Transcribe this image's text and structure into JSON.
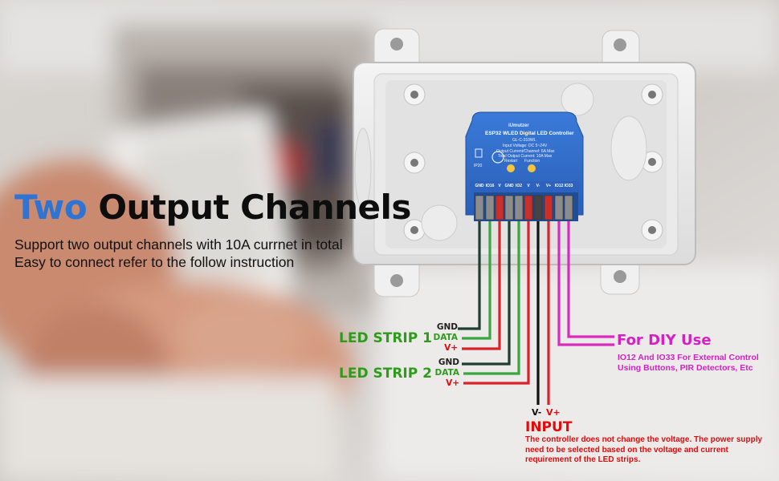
{
  "heading": {
    "word1": "Two",
    "word2": "Output Channels"
  },
  "subtext": [
    "Support two output channels with 10A currnet in total",
    "Easy to connect refer to the follow instruction"
  ],
  "strip1": {
    "label": "LED STRIP 1",
    "wires": [
      "GND",
      "DATA",
      "V+"
    ]
  },
  "strip2": {
    "label": "LED STRIP 2",
    "wires": [
      "GND",
      "DATA",
      "V+"
    ]
  },
  "diy": {
    "title": "For DIY Use",
    "description": "IO12 And IO33 For External Control Using Buttons, PIR Detectors, Etc"
  },
  "input": {
    "vminus": "V-",
    "vplus": "V+",
    "title": "INPUT",
    "description": "The controller does not change the voltage. The power supply need to be selected based on the voltage and current requirement of the LED strips."
  },
  "device": {
    "brand": "iUmutzer",
    "model": "ESP32 WLED Digital LED Controller",
    "part": "GL-C-310WL",
    "spec1": "Input Voltage: DC 5~24V",
    "spec2": "Output Current/Channel: 6A Max",
    "spec3": "Total Output Current: 10A Max",
    "ip": "IP20",
    "button1": "Restart",
    "button2": "Function",
    "terminals": [
      "GND",
      "IO16",
      "V",
      "GND",
      "IO2",
      "V",
      "V-",
      "V+",
      "IO12",
      "IO33"
    ]
  },
  "colors": {
    "title_blue": "#2f74d3",
    "strip_green": "#2f9b1c",
    "diy_magenta": "#d521c4",
    "input_red": "#e20a0a",
    "controller_blue": "#2e6bcb",
    "wire_gnd": "#1e3d33",
    "wire_data": "#3aa640",
    "wire_vplus": "#d9222a",
    "wire_black": "#111111",
    "wire_magenta": "#d92bbd"
  }
}
